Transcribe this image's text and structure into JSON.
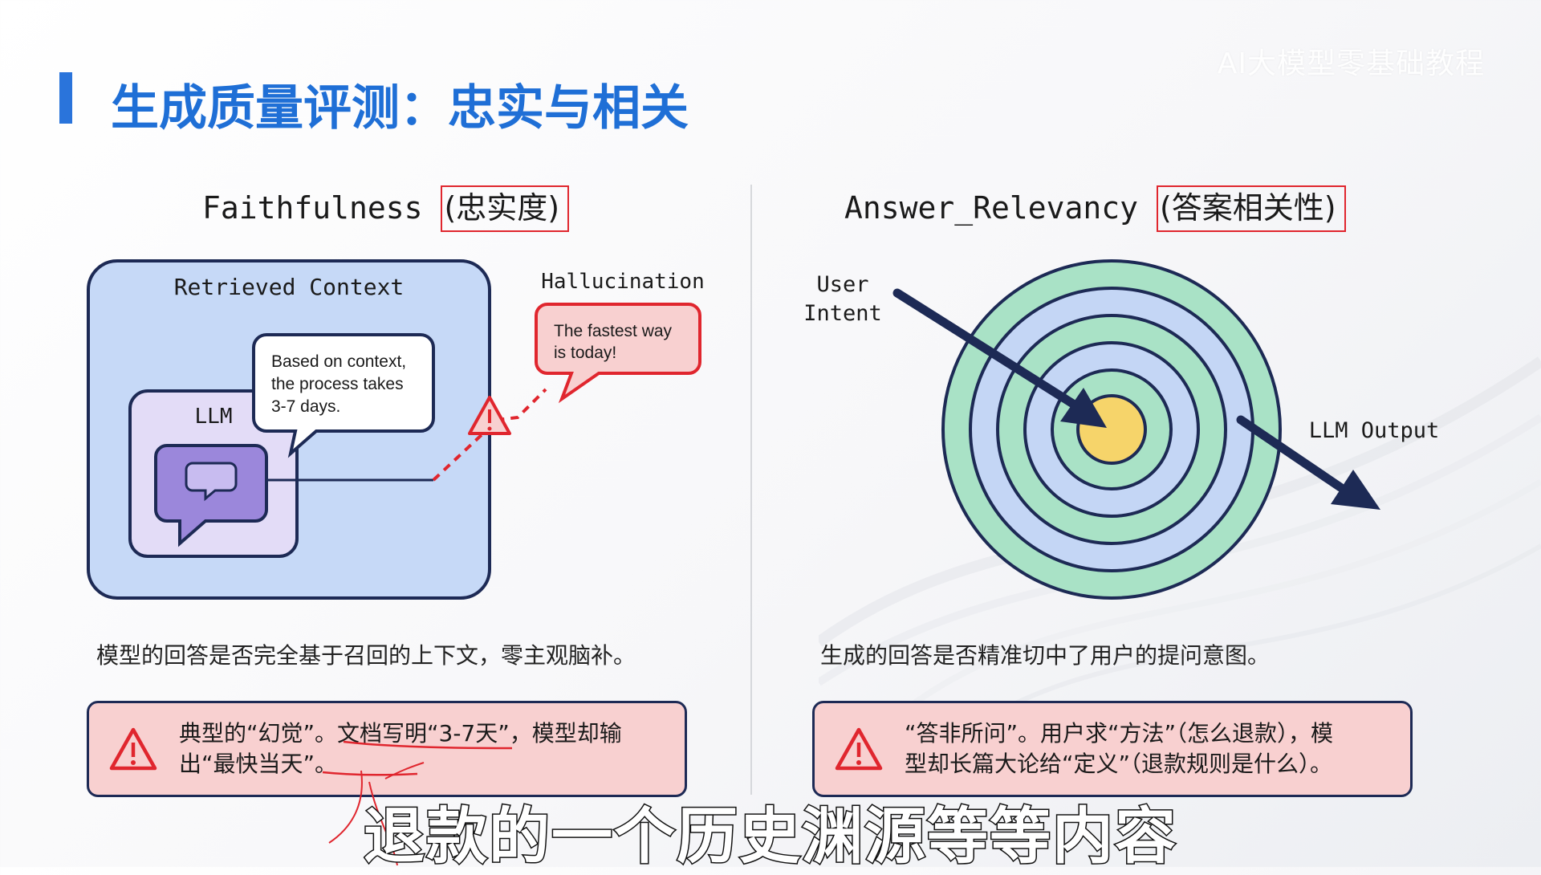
{
  "watermark": "AI大模型零基础教程",
  "slide": {
    "title": "生成质量评测：忠实与相关"
  },
  "left": {
    "heading_en": "Faithfulness",
    "heading_zh": "(忠实度)",
    "diagram": {
      "context_label": "Retrieved Context",
      "llm_label": "LLM",
      "bubble_line1": "Based on context,",
      "bubble_line2": "the process takes",
      "bubble_line3": "3-7 days.",
      "hallucination_label": "Hallucination",
      "halluc_line1": "The fastest way",
      "halluc_line2": "is today!"
    },
    "description": "模型的回答是否完全基于召回的上下文，零主观脑补。",
    "warning_line1": "典型的“幻觉”。文档写明“3-7天”，模型却输",
    "warning_line2": "出“最快当天”。"
  },
  "right": {
    "heading_en": "Answer_Relevancy",
    "heading_zh": "(答案相关性)",
    "diagram": {
      "user_intent_line1": "User",
      "user_intent_line2": "Intent",
      "llm_output_label": "LLM Output"
    },
    "description": "生成的回答是否精准切中了用户的提问意图。",
    "warning_line1": "“答非所问”。用户求“方法”（怎么退款），模",
    "warning_line2": "型却长篇大论给“定义”（退款规则是什么）。"
  },
  "caption": "退款的一个历史渊源等等内容",
  "colors": {
    "title_blue": "#1f6fd6",
    "highlight_red": "#e0262e",
    "context_blue": "#c6d9f7",
    "llm_purple": "#e3dcf7",
    "warning_pink": "#f8d0d0",
    "navy": "#1d2a55",
    "ring_green": "#a9e2c6",
    "ring_blue": "#c4d6f5",
    "bullseye_yellow": "#f6d46a"
  },
  "icons": [
    "warning-triangle-icon",
    "chat-bubble-icon",
    "arrow-icon",
    "target-icon"
  ]
}
